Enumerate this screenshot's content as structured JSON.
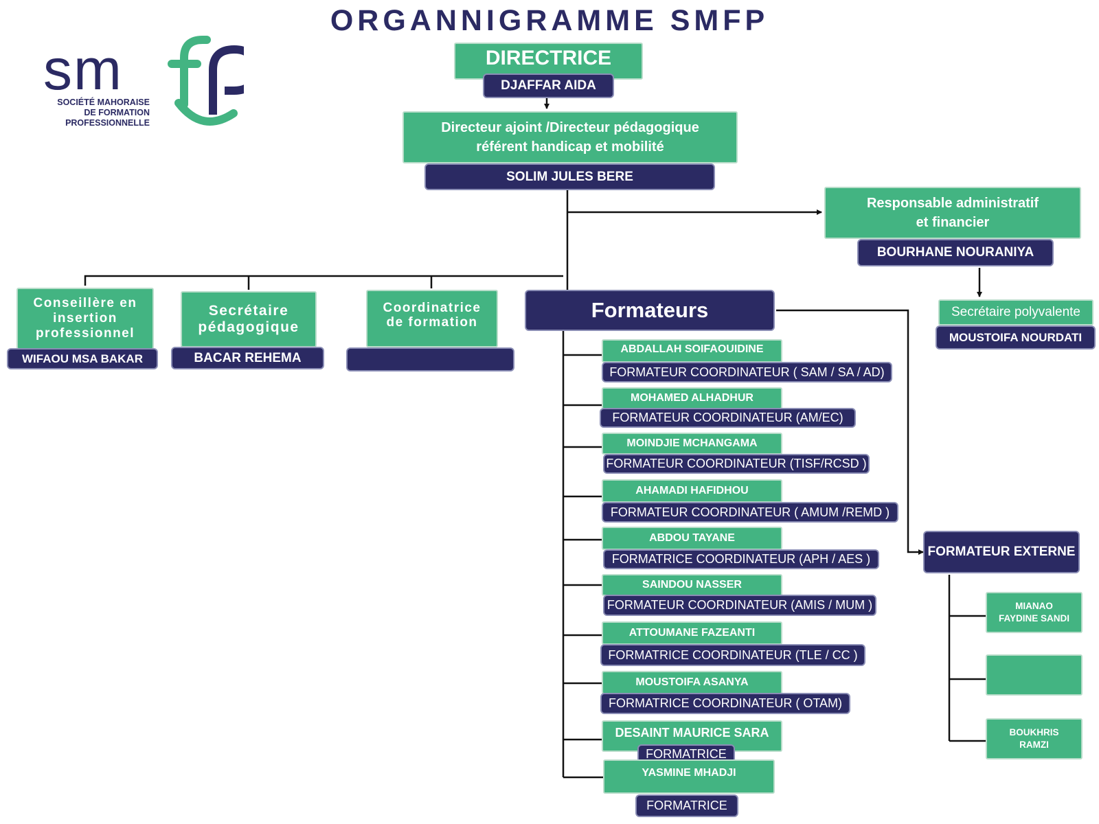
{
  "title": "ORGANNIGRAMME SMFP",
  "logo": {
    "wordmark": "smfp",
    "subtitle": "SOCIÉTÉ MAHORAISE\nDE FORMATION\nPROFESSIONNELLE",
    "colors": {
      "navy": "#2b2a63",
      "green": "#43b482"
    }
  },
  "directrice": {
    "role": "DIRECTRICE",
    "name": "DJAFFAR AIDA"
  },
  "adjoint": {
    "role": "Directeur ajoint /Directeur pédagogique\nréférent handicap et mobilité",
    "name": "SOLIM JULES BERE"
  },
  "raf": {
    "role": "Responsable administratif\net financier",
    "name": "BOURHANE NOURANIYA"
  },
  "secretaire_polyvalente": {
    "role": "Secrétaire polyvalente",
    "name": "MOUSTOIFA NOURDATI"
  },
  "conseillere": {
    "role": "Conseillère en\ninsertion\nprofessionnel",
    "name": "WIFAOU  MSA BAKAR"
  },
  "secretaire_pedagogique": {
    "role": "Secrétaire\npédagogique",
    "name": "BACAR REHEMA"
  },
  "coordinatrice": {
    "role": "Coordinatrice\nde formation",
    "name": ""
  },
  "formateurs": {
    "title": "Formateurs",
    "members": [
      {
        "name": "ABDALLAH SOIFAOUIDINE",
        "role": "FORMATEUR COORDINATEUR ( SAM / SA / AD)"
      },
      {
        "name": "MOHAMED ALHADHUR",
        "role": "FORMATEUR COORDINATEUR (AM/EC)"
      },
      {
        "name": "MOINDJIE MCHANGAMA",
        "role": "FORMATEUR COORDINATEUR (TISF/RCSD )"
      },
      {
        "name": "AHAMADI HAFIDHOU",
        "role": "FORMATEUR COORDINATEUR ( AMUM /REMD )"
      },
      {
        "name": "ABDOU TAYANE",
        "role": "FORMATRICE COORDINATEUR (APH / AES )"
      },
      {
        "name": "SAINDOU NASSER",
        "role": "FORMATEUR COORDINATEUR (AMIS / MUM )"
      },
      {
        "name": "ATTOUMANE FAZEANTI",
        "role": "FORMATRICE COORDINATEUR (TLE / CC )"
      },
      {
        "name": "MOUSTOIFA ASANYA",
        "role": "FORMATRICE COORDINATEUR ( OTAM)"
      },
      {
        "name": "DESAINT MAURICE SARA",
        "role": "FORMATRICE"
      },
      {
        "name": "YASMINE MHADJI",
        "role": "FORMATRICE"
      }
    ]
  },
  "externe": {
    "title": "FORMATEUR EXTERNE",
    "members": [
      {
        "name": "MIANAO\nFAYDINE SANDI"
      },
      {
        "name": ""
      },
      {
        "name": "BOUKHRIS\nRAMZI"
      }
    ]
  }
}
